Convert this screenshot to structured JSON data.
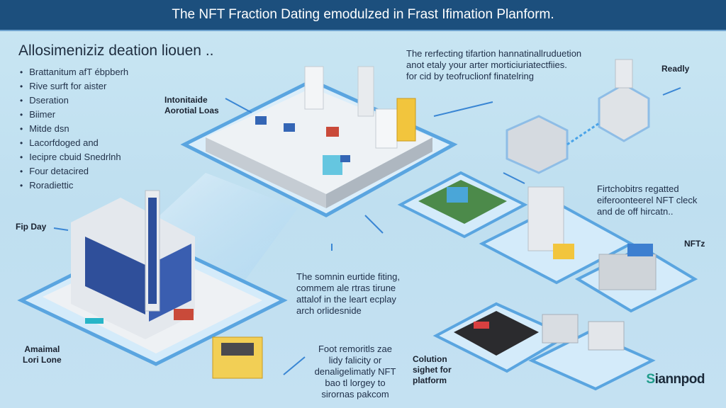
{
  "header": {
    "title": "The NFT Fraction Dating emodulzed in Frast Ifimation Planform."
  },
  "intro": {
    "subtitle": "Allosimeniziz deation liouen ..",
    "bullets": [
      "Brattanitum afT ébpberh",
      "Rive surft for aister",
      "Dseration",
      "Biimer",
      "Mitde dsn",
      "Lacorfdoged and",
      "Iecipre cbuid Snedrlnh",
      "Four detacired",
      "Roradiettic"
    ]
  },
  "labels": {
    "intonitade": [
      "Intonitaide",
      "Aorotial Loas"
    ],
    "ready": "Readly",
    "flip_day": "Fip Day",
    "nftz": "NFTz",
    "amaimal": [
      "Amaimal",
      "Lori Lone"
    ],
    "colution": [
      "Colution",
      "sighet for",
      "platform"
    ]
  },
  "paragraphs": {
    "top_right": [
      "The rerfecting tifartion hannatinallruduetion",
      "anot etaly your arter morticiuriatectfiies.",
      "for cid by teofruclionf finatelring"
    ],
    "right": [
      "Firtchobitrs regatted",
      "eiferoonteerel NFT cleck",
      "and de off hircatn.."
    ],
    "middle": [
      "The somnin eurtide fiting,",
      "commem ale rtras tirune",
      "attalof in the leart ecplay",
      "arch orlidesnide"
    ],
    "bottom": [
      "Foot remoritls zae",
      "lidy falicity or",
      "denaligelimatly NFT",
      "bao tl lorgey to",
      "sirornas pakcom"
    ]
  },
  "brand": {
    "logo_text": "Siannpod"
  },
  "colors": {
    "header": "#1c4f7d",
    "background": "#c9e6f3",
    "accent": "#3a86d4",
    "logo_accent": "#1f9c8a"
  }
}
